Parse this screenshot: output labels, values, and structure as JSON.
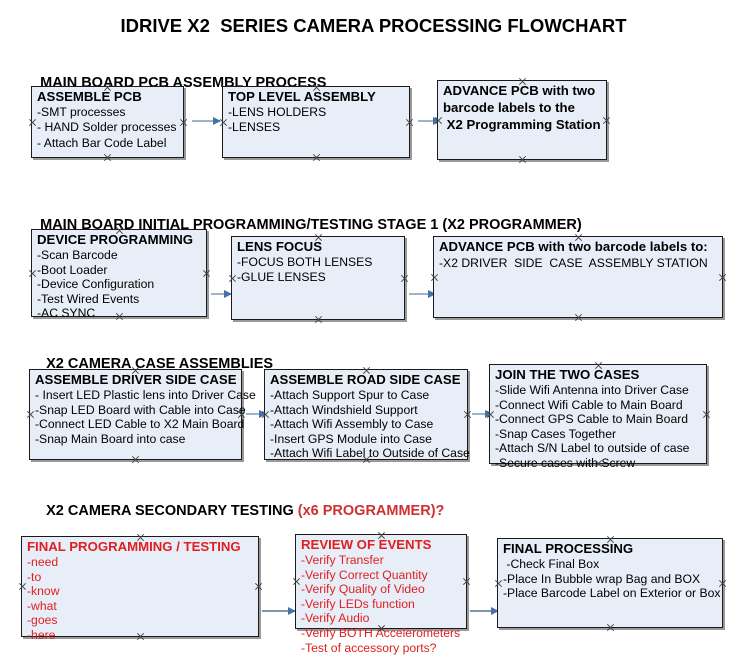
{
  "document": {
    "title": "IDRIVE X2  SERIES CAMERA PROCESSING FLOWCHART"
  },
  "sections": [
    {
      "id": "main-board-pcb-assembly",
      "heading": "MAIN BOARD PCB ASSEMBLY PROCESS",
      "heading_accent": "",
      "nodes": [
        {
          "id": "assemble-pcb",
          "title": "ASSEMBLE PCB",
          "lines": [
            "-SMT processes",
            "- HAND Solder processes",
            "- Attach Bar Code Label"
          ]
        },
        {
          "id": "top-level-assembly",
          "title": "TOP LEVEL ASSEMBLY",
          "lines": [
            "-LENS HOLDERS",
            "-LENSES"
          ]
        },
        {
          "id": "advance-pcb-programming-station",
          "title": "ADVANCE PCB with two",
          "lines": [
            "barcode labels to the",
            " X2 Programming Station"
          ]
        }
      ]
    },
    {
      "id": "main-board-initial-programming",
      "heading": "MAIN BOARD INITIAL PROGRAMMING/TESTING STAGE 1 (X2 PROGRAMMER)",
      "heading_accent": "",
      "nodes": [
        {
          "id": "device-programming",
          "title": "DEVICE PROGRAMMING",
          "lines": [
            "-Scan Barcode",
            "-Boot Loader",
            "-Device Configuration",
            "-Test Wired Events",
            "-AC SYNC"
          ]
        },
        {
          "id": "lens-focus",
          "title": "LENS FOCUS",
          "lines": [
            "-FOCUS BOTH LENSES",
            "-GLUE LENSES"
          ]
        },
        {
          "id": "advance-pcb-driver-side-case",
          "title": "ADVANCE PCB with two barcode labels to:",
          "lines": [
            "-X2 DRIVER  SIDE  CASE  ASSEMBLY STATION"
          ]
        }
      ]
    },
    {
      "id": "x2-camera-case-assemblies",
      "heading": "X2 CAMERA CASE ASSEMBLIES",
      "heading_accent": "",
      "nodes": [
        {
          "id": "assemble-driver-side-case",
          "title": "ASSEMBLE DRIVER SIDE CASE",
          "lines": [
            "- Insert LED Plastic lens into Driver Case",
            "-Snap LED Board with Cable into Case",
            "-Connect LED Cable to X2 Main Board",
            "-Snap Main Board into case"
          ]
        },
        {
          "id": "assemble-road-side-case",
          "title": "ASSEMBLE ROAD SIDE CASE",
          "lines": [
            "-Attach Support Spur to Case",
            "-Attach Windshield Support",
            "-Attach Wifi Assembly to Case",
            "-Insert GPS Module into Case",
            "-Attach Wifi Label to Outside of Case"
          ]
        },
        {
          "id": "join-the-two-cases",
          "title": "JOIN THE TWO CASES",
          "lines": [
            "-Slide Wifi Antenna into Driver Case",
            "-Connect Wifi Cable to Main Board",
            "-Connect GPS Cable to Main Board",
            "-Snap Cases Together",
            "-Attach S/N Label to outside of case",
            "-Secure cases with Screw"
          ]
        }
      ]
    },
    {
      "id": "x2-camera-secondary-testing",
      "heading": "X2 CAMERA SECONDARY TESTING ",
      "heading_accent": "(x6 PROGRAMMER)?",
      "nodes": [
        {
          "id": "final-programming-testing",
          "title": "FINAL PROGRAMMING / TESTING",
          "lines": [
            "-need",
            "-to",
            "-know",
            "-what",
            "-goes",
            "-here"
          ]
        },
        {
          "id": "review-of-events",
          "title": "REVIEW OF EVENTS",
          "lines": [
            "-Verify Transfer",
            "-Verify Correct Quantity",
            "-Verify Quality of Video",
            "-Verify LEDs function",
            "-Verify Audio",
            "-Verify BOTH Accelerometers",
            "-Test of accessory ports?"
          ]
        },
        {
          "id": "final-processing",
          "title": "FINAL PROCESSING",
          "lines": [
            " -Check Final Box",
            "-Place In Bubble wrap Bag and BOX",
            "-Place Barcode Label on Exterior or Box"
          ]
        }
      ]
    }
  ],
  "colors": {
    "node_fill": "#e8eef8",
    "node_border": "#1a1a1a",
    "text": "#000000",
    "red_text": "#e02020",
    "arrow_line": "#9fb4cc",
    "arrow_head": "#4472a8",
    "background": "#ffffff"
  }
}
